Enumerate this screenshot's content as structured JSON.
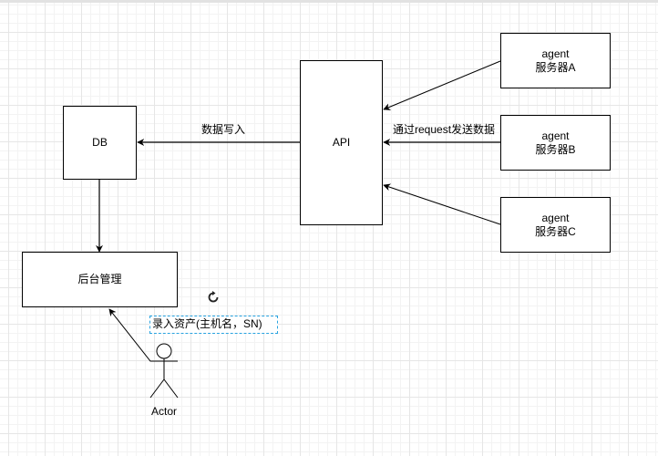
{
  "canvas": {
    "grid_color": "#e6e6e6",
    "background": "#ffffff"
  },
  "nodes": {
    "db": {
      "label": "DB"
    },
    "api": {
      "label": "API"
    },
    "admin": {
      "label": "后台管理"
    },
    "agent_a": {
      "line1": "agent",
      "line2": "服务器A"
    },
    "agent_b": {
      "line1": "agent",
      "line2": "服务器B"
    },
    "agent_c": {
      "line1": "agent",
      "line2": "服务器C"
    },
    "actor": {
      "label": "Actor"
    }
  },
  "edges": {
    "api_to_db": {
      "label": "数据写入"
    },
    "agents_to_api": {
      "label": "通过request发送数据"
    },
    "actor_to_admin": {
      "label": "录入资产(主机名，SN)",
      "selected": true,
      "selection_color": "#29a3e0"
    },
    "db_to_admin": {
      "label": ""
    }
  },
  "icons": {
    "rotate_handle": "rotate-icon"
  }
}
